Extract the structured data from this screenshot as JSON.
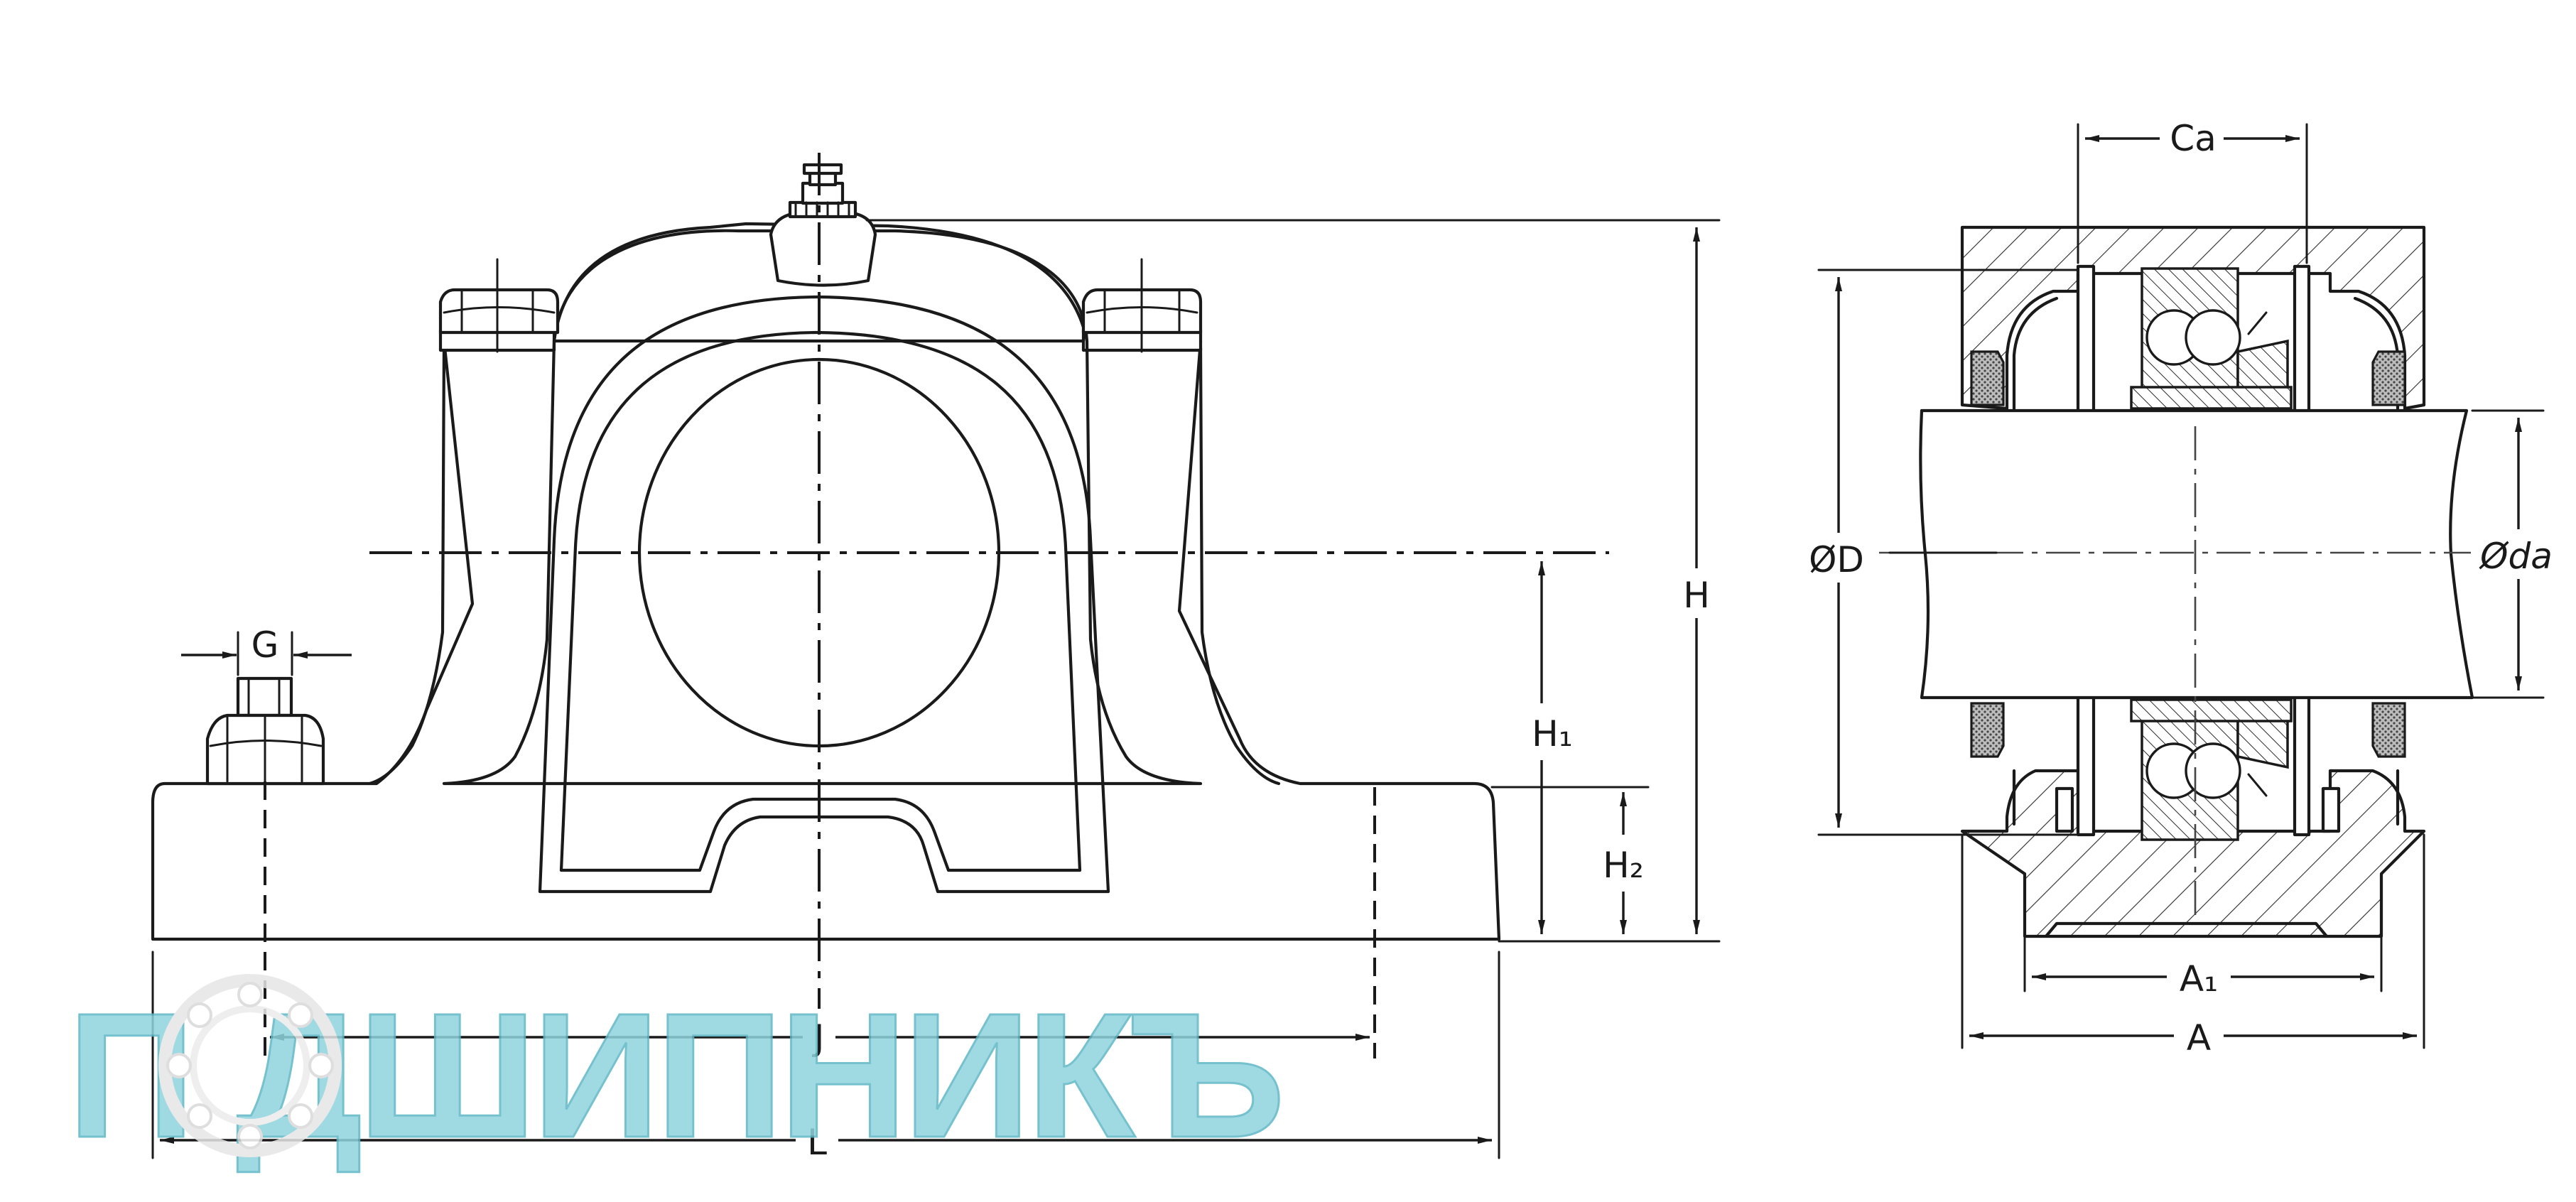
{
  "labels": {
    "G": "G",
    "H": "H",
    "H1": "H₁",
    "H2": "H₂",
    "J": "J",
    "L": "L",
    "Ca": "Ca",
    "D": "ØD",
    "da": "Ødа",
    "A1": "A₁",
    "A": "A"
  },
  "watermark": {
    "text": "П  ДШИПНИКЪ",
    "color": "#8fd3de",
    "icon": "bearing-ring-icon"
  },
  "colors": {
    "line": "#1a1a1a",
    "watermark": "#8fd3de"
  }
}
